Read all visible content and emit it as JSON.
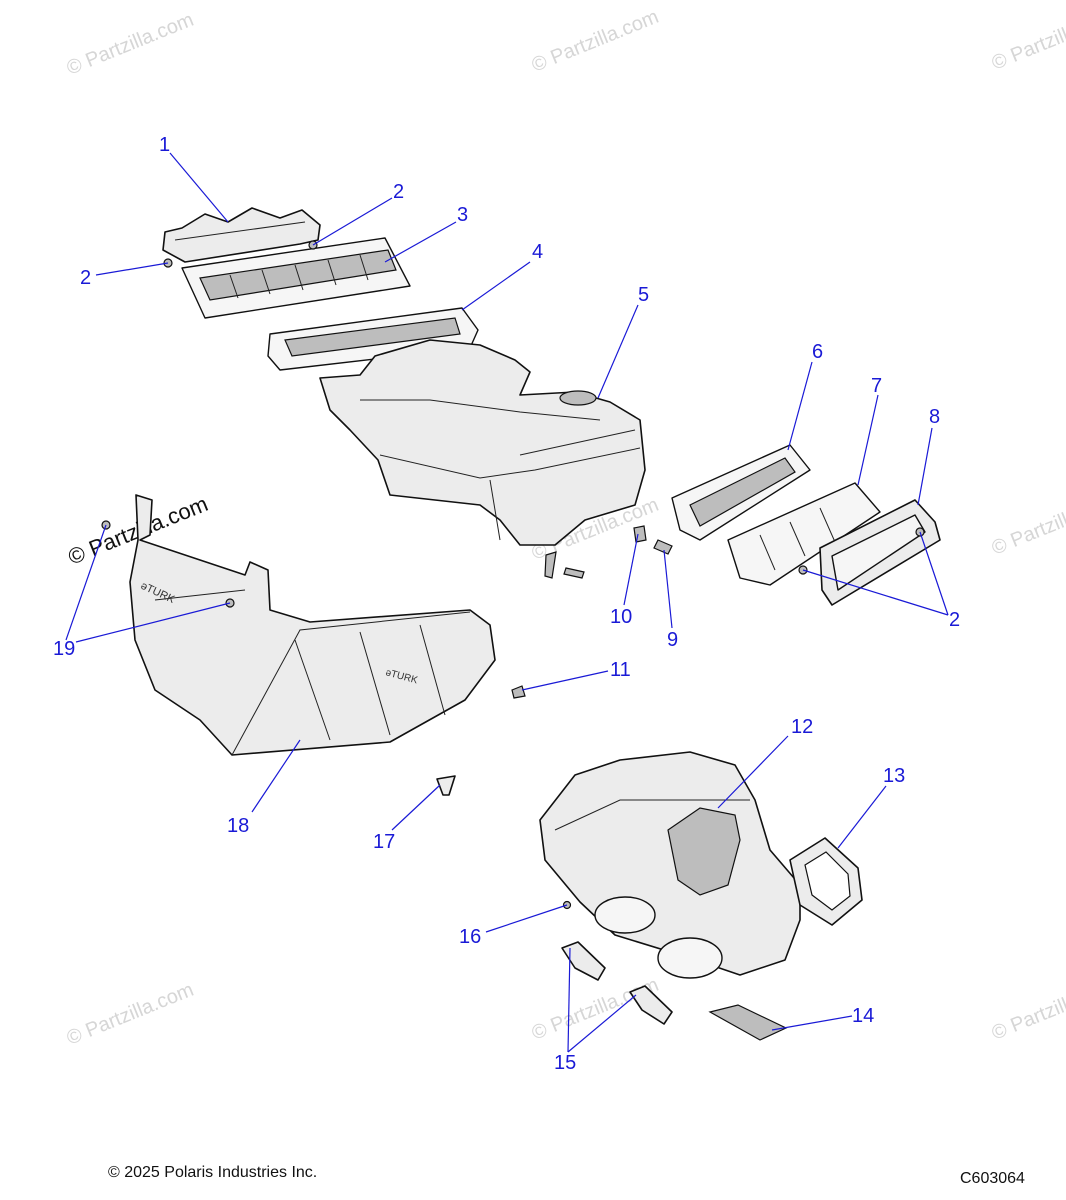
{
  "callouts": [
    {
      "label": "1"
    },
    {
      "label": "2"
    },
    {
      "label": "3"
    },
    {
      "label": "4"
    },
    {
      "label": "5"
    },
    {
      "label": "6"
    },
    {
      "label": "7"
    },
    {
      "label": "8"
    },
    {
      "label": "2"
    },
    {
      "label": "2"
    },
    {
      "label": "9"
    },
    {
      "label": "10"
    },
    {
      "label": "11"
    },
    {
      "label": "12"
    },
    {
      "label": "13"
    },
    {
      "label": "14"
    },
    {
      "label": "15"
    },
    {
      "label": "16"
    },
    {
      "label": "17"
    },
    {
      "label": "18"
    },
    {
      "label": "19"
    }
  ],
  "watermarks": {
    "text": "© Partzilla.com",
    "prominent_text": "© Partzilla.com"
  },
  "part_markings": {
    "duct_text_1": "əTURK",
    "duct_text_2": "əTURK"
  },
  "footer": {
    "copyright": "© 2025 Polaris Industries Inc.",
    "diagram_code": "C603064"
  },
  "colors": {
    "callout": "#1a1ad6",
    "line_art": "#111111",
    "part_fill": "#ececec",
    "watermark": "#d6d6d6"
  }
}
